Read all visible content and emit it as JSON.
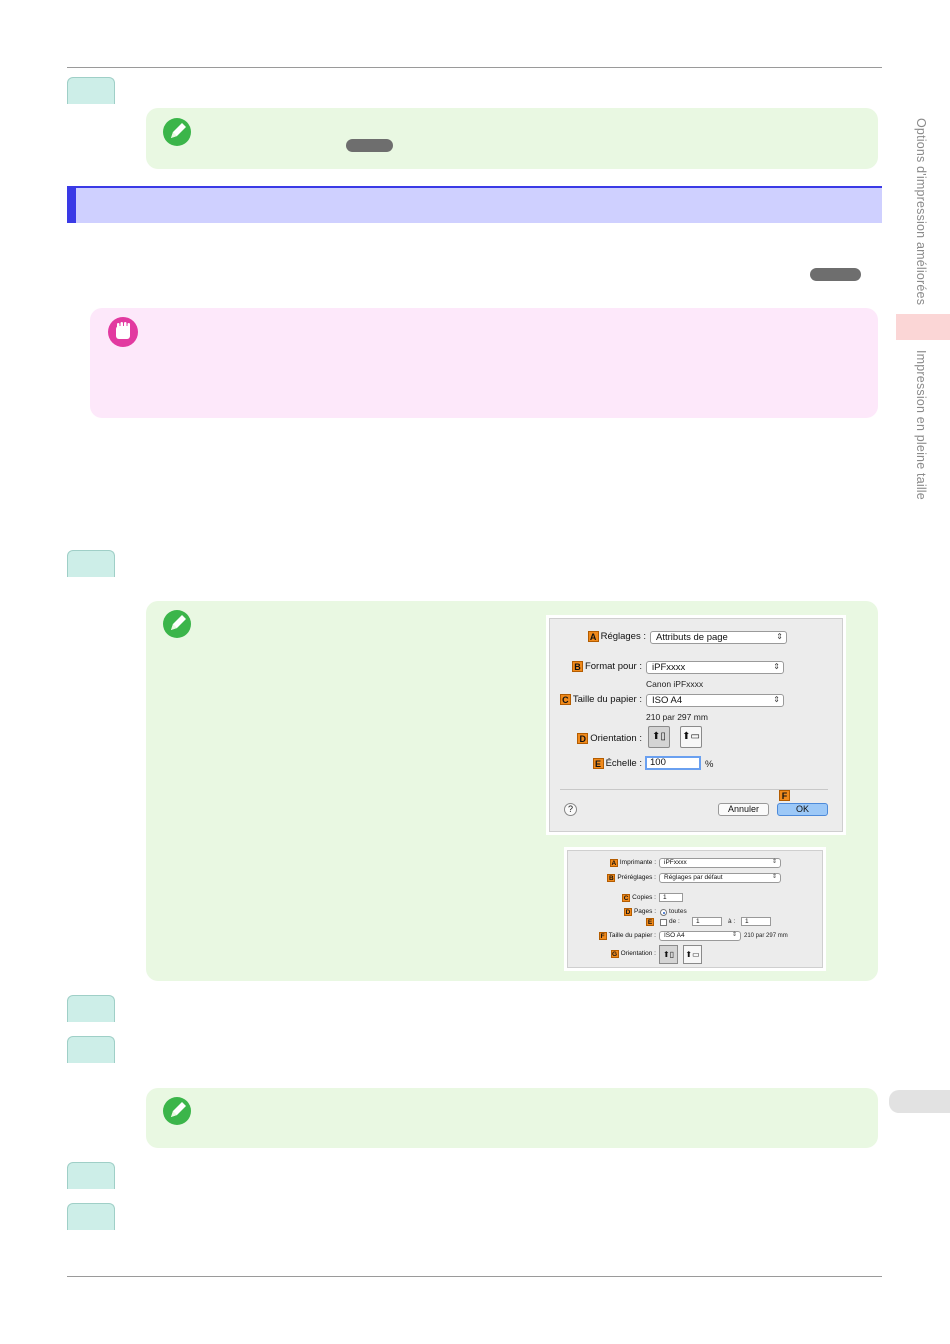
{
  "sidebar": {
    "chapter": "Options d'impression améliorées",
    "section": "Impression en pleine taille"
  },
  "dialog_page_setup": {
    "settings_label": "Réglages :",
    "settings_value": "Attributs de page",
    "format_label": "Format pour :",
    "format_value": "iPFxxxx",
    "format_sub": "Canon iPFxxxx",
    "paper_label": "Taille du papier :",
    "paper_value": "ISO A4",
    "paper_sub": "210 par 297 mm",
    "orientation_label": "Orientation :",
    "scale_label": "Échelle :",
    "scale_value": "100",
    "scale_unit": "%",
    "cancel_label": "Annuler",
    "ok_label": "OK",
    "help_label": "?",
    "badges": {
      "a": "A",
      "b": "B",
      "c": "C",
      "d": "D",
      "e": "E",
      "f": "F"
    }
  },
  "dialog_print": {
    "printer_label": "Imprimante :",
    "printer_value": "iPFxxxx",
    "presets_label": "Préréglages :",
    "presets_value": "Réglages par défaut",
    "copies_label": "Copies :",
    "copies_value": "1",
    "pages_label": "Pages :",
    "pages_all": "toutes",
    "pages_from": "de :",
    "pages_from_value": "1",
    "pages_to": "à :",
    "pages_to_value": "1",
    "paper_label": "Taille du papier :",
    "paper_value": "ISO A4",
    "paper_dim": "210 par 297 mm",
    "orientation_label": "Orientation :",
    "badges": {
      "a": "A",
      "b": "B",
      "c": "C",
      "d": "D",
      "e": "E",
      "f": "F",
      "g": "G"
    }
  },
  "colors": {
    "note_bg": "#e9f8e2",
    "important_bg": "#fde8fa",
    "section_header_fill": "#cfd0ff",
    "section_header_accent": "#3a3ae6",
    "step_tab": "#cdeee8",
    "badge": "#f08a1c"
  },
  "icons": {
    "note": "pencil-note-icon",
    "important": "hand-stop-icon"
  }
}
